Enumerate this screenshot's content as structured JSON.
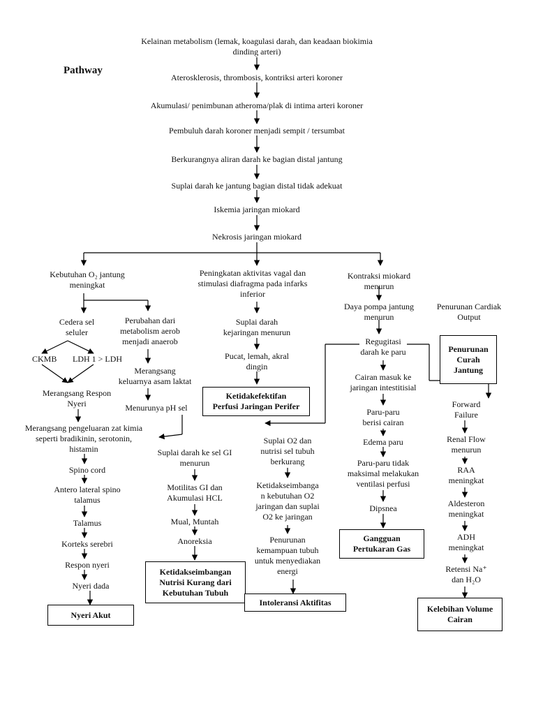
{
  "title": "Pathway",
  "main": {
    "n1": "Kelainan metabolism (lemak, koagulasi darah, dan keadaan biokimia\ndinding arteri)",
    "n2": "Aterosklerosis, thrombosis, kontriksi arteri koroner",
    "n3": "Akumulasi/ penimbunan atheroma/plak di intima arteri koroner",
    "n4": "Pembuluh darah koroner menjadi sempit / tersumbat",
    "n5": "Berkurangnya aliran darah ke bagian distal jantung",
    "n6": "Suplai darah ke jantung bagian distal tidak adekuat",
    "n7": "Iskemia jaringan miokard",
    "n8": "Nekrosis jaringan miokard"
  },
  "left": {
    "kebutuhan": "Kebutuhan O₂ jantung\nmeningkat",
    "cedera": "Cedera sel\nseluler",
    "perubahan": "Perubahan dari\nmetabolism aerob\nmenjadi anaerob",
    "ckmb": "CKMB",
    "ldh": "LDH 1 > LDH",
    "merangsang_respon": "Merangsang Respon\nNyeri",
    "merangsang_asam": "Merangsang\nkeluarnya asam laktat",
    "menurun_ph": "Menurunya pH sel",
    "pengeluaran": "Merangsang pengeluaran zat kimia\nseperti bradikinin, serotonin,\nhistamin",
    "spino": "Spino cord",
    "antero": "Antero lateral spino\ntalamus",
    "talamus": "Talamus",
    "korteks": "Korteks serebri",
    "respon": "Respon nyeri",
    "nyeri_dada": "Nyeri dada",
    "dx_nyeri": "Nyeri Akut"
  },
  "mid": {
    "vagal": "Peningkatan aktivitas vagal dan\nstimulasi  diafragma pada infarks\ninferior",
    "suplai_menurun": "Suplai darah\nkejaringan menurun",
    "pucat": "Pucat, lemah, akral\ndingin",
    "dx_perfusi": "Ketidakefektifan\nPerfusi Jaringan Perifer",
    "suplai_gi": "Suplai darah ke sel GI\nmenurun",
    "motilitas": "Motilitas GI dan\nAkumulasi HCL",
    "mual": "Mual, Muntah",
    "anoreksia": "Anoreksia",
    "dx_nutrisi": "Ketidakseimbangan\nNutrisi Kurang dari\nKebutuhan Tubuh",
    "suplai_o2": "Suplai O2 dan\nnutrisi sel tubuh\nberkurang",
    "ketidakseimbangan": "Ketidakseimbanga\nn kebutuhan O2\njaringan dan suplai\nO2 ke jaringan",
    "penurunan_kemampuan": "Penurunan\nkemampuan tubuh\nuntuk menyediakan\nenergi",
    "dx_intoleransi": "Intoleransi Aktifitas"
  },
  "right": {
    "kontraksi": "Kontraksi miokard\nmenurun",
    "daya_pompa": "Daya pompa jantung\nmenurun",
    "penurunan_cardiak": "Penurunan Cardiak\nOutput",
    "dx_curah": "Penurunan\nCurah\nJantung",
    "regugitasi": "Regugitasi\ndarah ke paru",
    "cairan": "Cairan masuk ke\njaringan intestitisial",
    "paru_cairan": "Paru-paru\nberisi cairan",
    "edema": "Edema paru",
    "paru_tidak": "Paru-paru tidak\nmaksimal melakukan\nventilasi perfusi",
    "dipsnea": "Dipsnea",
    "dx_gas": "Gangguan\nPertukaran Gas",
    "forward": "Forward\nFailure",
    "renal": "Renal Flow\nmenurun",
    "raa": "RAA\nmeningkat",
    "aldesteron": "Aldesteron\nmeningkat",
    "adh": "ADH\nmeningkat",
    "retensi": "Retensi Na⁺\ndan H₂O",
    "dx_kelebihan": "Kelebihan Volume\nCairan"
  }
}
